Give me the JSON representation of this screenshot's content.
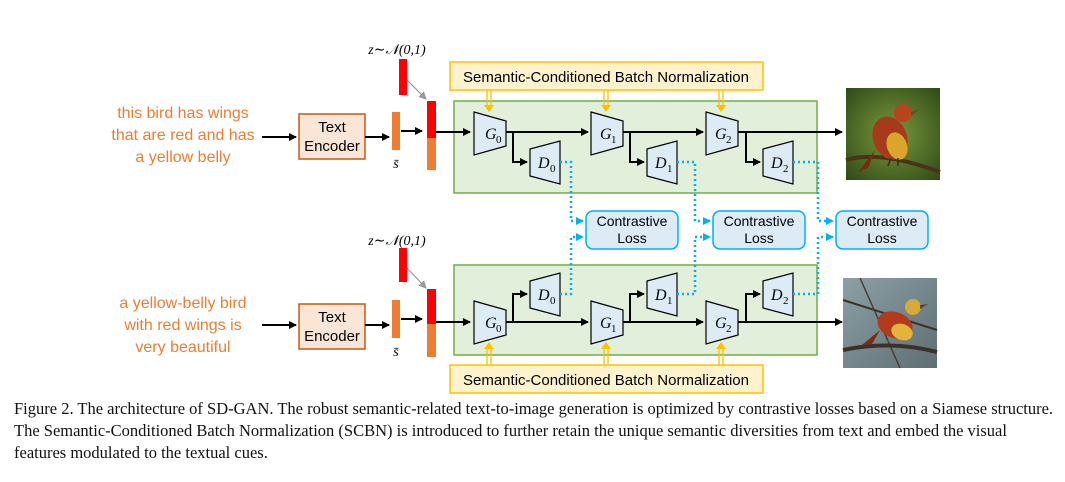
{
  "top_input_text": [
    "this bird has wings",
    "that are red and has",
    "a yellow belly"
  ],
  "bottom_input_text": [
    "a yellow-belly bird",
    "with red wings is",
    "very beautiful"
  ],
  "text_encoder": [
    "Text",
    "Encoder"
  ],
  "sentence_vector": "s̄",
  "noise_label": "z∼𝒩(0,1)",
  "scbn_label": "Semantic-Conditioned Batch Normalization",
  "generators": {
    "top": [
      {
        "base": "G",
        "sub": "0"
      },
      {
        "base": "G",
        "sub": "1"
      },
      {
        "base": "G",
        "sub": "2"
      }
    ],
    "bottom": [
      {
        "base": "G",
        "sub": "0"
      },
      {
        "base": "G",
        "sub": "1"
      },
      {
        "base": "G",
        "sub": "2"
      }
    ]
  },
  "discriminators": {
    "top": [
      {
        "base": "D",
        "sub": "0"
      },
      {
        "base": "D",
        "sub": "1"
      },
      {
        "base": "D",
        "sub": "2"
      }
    ],
    "bottom": [
      {
        "base": "D",
        "sub": "0"
      },
      {
        "base": "D",
        "sub": "1"
      },
      {
        "base": "D",
        "sub": "2"
      }
    ]
  },
  "contrastive_loss": [
    "Contrastive",
    "Loss"
  ],
  "caption": "Figure 2.  The architecture of SD-GAN. The robust semantic-related text-to-image generation is optimized by contrastive losses based on a Siamese structure. The Semantic-Conditioned Batch Normalization (SCBN) is introduced to further retain the unique semantic diversities from text and embed the visual features modulated to the textual cues.",
  "colors": {
    "text_orange": "#ed7d31",
    "encoder_fill": "#fbe5d6",
    "encoder_border": "#c55a11",
    "green_fill": "#e2efda",
    "green_border": "#70ad47",
    "trap_fill": "#ddebf7",
    "scbn_fill": "#fff2cc",
    "scbn_border": "#ffc000",
    "loss_fill": "#ddebf7",
    "loss_border": "#00b0f0",
    "noise_red": "#ff0000",
    "vector_orange": "#ed7d31",
    "dotted_blue": "#00b0f0"
  }
}
